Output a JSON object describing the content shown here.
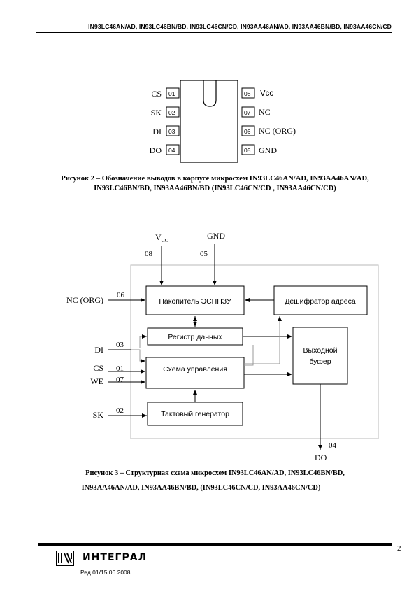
{
  "header": {
    "title": "IN93LC46AN/AD, IN93LC46BN/BD, IN93LC46CN/CD, IN93AA46AN/AD, IN93AA46BN/BD, IN93AA46CN/CD"
  },
  "figure2": {
    "pins_left": [
      {
        "name": "CS",
        "num": "01"
      },
      {
        "name": "SK",
        "num": "02"
      },
      {
        "name": "DI",
        "num": "03"
      },
      {
        "name": "DO",
        "num": "04"
      }
    ],
    "pins_right": [
      {
        "name": "Vcc",
        "num": "08"
      },
      {
        "name": "NC",
        "num": "07"
      },
      {
        "name": "NC (ORG)",
        "num": "06"
      },
      {
        "name": "GND",
        "num": "05"
      }
    ],
    "caption_line1": "Рисунок 2  –  Обозначение выводов в корпусе микросхем IN93LC46AN/AD, IN93AA46AN/AD,",
    "caption_line2": "IN93LC46BN/BD, IN93AA46BN/BD (IN93LC46CN/CD , IN93AA46CN/CD)"
  },
  "figure3": {
    "vcc_label": "V",
    "vcc_sub": "CC",
    "gnd_label": "GND",
    "vcc_num": "08",
    "gnd_num": "05",
    "blocks": {
      "eeprom": "Накопитель ЭСППЗУ",
      "decoder": "Дешифратор адреса",
      "data_reg": "Регистр данных",
      "control": "Схема управления",
      "clock": "Тактовый генератор",
      "out_buf_line1": "Выходной",
      "out_buf_line2": "буфер"
    },
    "inputs": {
      "nc_org": "NC (ORG)",
      "nc_org_num": "06",
      "di": "DI",
      "di_num": "03",
      "cs": "CS",
      "cs_num": "01",
      "we": "WE",
      "we_num": "07",
      "sk": "SK",
      "sk_num": "02"
    },
    "output": {
      "do": "DO",
      "do_num": "04"
    },
    "caption_line1": "Рисунок 3 – Структурная схема микросхем IN93LC46AN/AD,  IN93LC46BN/BD,",
    "caption_line2": "IN93AA46AN/AD,  IN93AA46BN/BD,  (IN93LC46CN/CD, IN93AA46CN/CD)"
  },
  "footer": {
    "page_number": "2",
    "brand": "ИНТЕГРАЛ",
    "revision": "Ред.01/15.06.2008"
  }
}
